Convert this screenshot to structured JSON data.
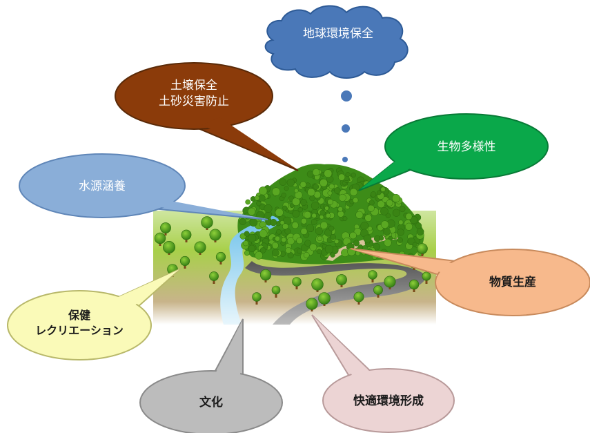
{
  "bubbles": {
    "global_env": {
      "text": "地球環境保全",
      "color": "#4a78b8",
      "text_color": "#ffffff"
    },
    "soil": {
      "line1": "土壌保全",
      "line2": "土砂災害防止",
      "color": "#8b3b0a",
      "text_color": "#ffffff"
    },
    "biodiversity": {
      "text": "生物多様性",
      "color": "#0aa84a",
      "text_color": "#ffffff"
    },
    "water": {
      "text": "水源涵養",
      "color": "#8aaed8",
      "text_color": "#ffffff"
    },
    "material": {
      "text": "物質生産",
      "color": "#f7b98c",
      "text_color": "#1a1a1a"
    },
    "health": {
      "line1": "保健",
      "line2": "レクリエーション",
      "color": "#fafab8",
      "text_color": "#1a1a1a"
    },
    "culture": {
      "text": "文化",
      "color": "#bcbcbc",
      "text_color": "#1a1a1a"
    },
    "comfort": {
      "text": "快適環境形成",
      "color": "#ecd4d4",
      "text_color": "#1a1a1a"
    }
  },
  "colors": {
    "forest": "#3f8f1a",
    "forest_light": "#7cc22c",
    "ground": "#a8d04a",
    "river": "#8fd0f2",
    "road": "#5a5a5a"
  }
}
